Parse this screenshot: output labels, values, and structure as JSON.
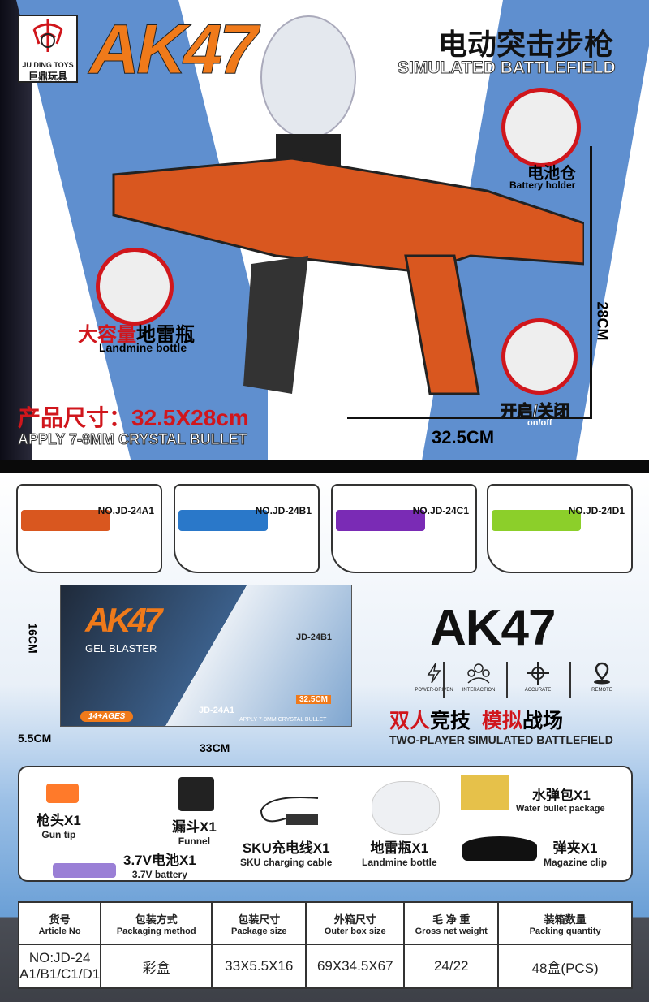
{
  "brand": {
    "name_en": "JU DING TOYS",
    "name_cn": "巨鼎玩具"
  },
  "hero": {
    "model": "AK47",
    "title_cn": "电动突击步枪",
    "title_en": "SIMULATED BATTLEFIELD",
    "callouts": [
      {
        "cn": "电池仓",
        "en": "Battery holder"
      },
      {
        "cn_red": "大容量",
        "cn_black": "地雷瓶",
        "en": "Landmine bottle"
      },
      {
        "cn": "开启/关闭",
        "en": "on/off"
      }
    ],
    "size_label": "产品尺寸：32.5X28cm",
    "bullet_note": "APPLY 7-8MM CRYSTAL BULLET",
    "height_dim": "28CM",
    "width_dim": "32.5CM"
  },
  "variants": [
    {
      "label": "NO.JD-24A1",
      "color": "#d9571f"
    },
    {
      "label": "NO.JD-24B1",
      "color": "#2a78c9"
    },
    {
      "label": "NO.JD-24C1",
      "color": "#7a2bb5"
    },
    {
      "label": "NO.JD-24D1",
      "color": "#8ccf2a"
    }
  ],
  "box": {
    "model": "AK47",
    "subtitle": "GEL BLASTER",
    "ages": "14+AGES",
    "label_a": "JD-24A1",
    "label_b": "JD-24B1",
    "size_tag": "32.5CM",
    "bullet_note": "APPLY 7-8MM CRYSTAL BULLET",
    "height_dim": "16CM",
    "depth_dim": "5.5CM",
    "width_dim": "33CM"
  },
  "product": {
    "model": "AK47",
    "features": [
      {
        "label": "POWER-DRIVEN",
        "icon": "lightning-icon"
      },
      {
        "label": "INTERACTION",
        "icon": "people-icon"
      },
      {
        "label": "ACCURATE",
        "icon": "crosshair-icon"
      },
      {
        "label": "REMOTE",
        "icon": "location-pin-icon"
      }
    ],
    "slogan_1_red": "双人",
    "slogan_1_black": "竞技",
    "slogan_2_red": "模拟",
    "slogan_2_black": "战场",
    "slogan_en": "TWO-PLAYER SIMULATED BATTLEFIELD"
  },
  "accessories": [
    {
      "cn": "枪头X1",
      "en": "Gun tip"
    },
    {
      "cn": "漏斗X1",
      "en": "Funnel"
    },
    {
      "cn": "SKU充电线X1",
      "en": "SKU charging cable"
    },
    {
      "cn": "地雷瓶X1",
      "en": "Landmine bottle"
    },
    {
      "cn": "水弹包X1",
      "en": "Water bullet package"
    },
    {
      "cn": "弹夹X1",
      "en": "Magazine clip"
    },
    {
      "cn": "3.7V电池X1",
      "en": "3.7V battery"
    }
  ],
  "spec_table": {
    "headers": [
      {
        "cn": "货号",
        "en": "Article No"
      },
      {
        "cn": "包装方式",
        "en": "Packaging method"
      },
      {
        "cn": "包装尺寸",
        "en": "Package size"
      },
      {
        "cn": "外箱尺寸",
        "en": "Outer box size"
      },
      {
        "cn": "毛 净 重",
        "en": "Gross net weight"
      },
      {
        "cn": "装箱数量",
        "en": "Packing quantity"
      }
    ],
    "row": {
      "article_1": "NO:JD-24",
      "article_2": "A1/B1/C1/D1",
      "packaging": "彩盒",
      "package_size": "33X5.5X16",
      "outer_box": "69X34.5X67",
      "weight": "24/22",
      "quantity": "48盒(PCS)"
    }
  },
  "colors": {
    "accent_orange": "#f07a1a",
    "accent_red": "#d0161c",
    "stripe_blue": "#5f8fcf"
  }
}
